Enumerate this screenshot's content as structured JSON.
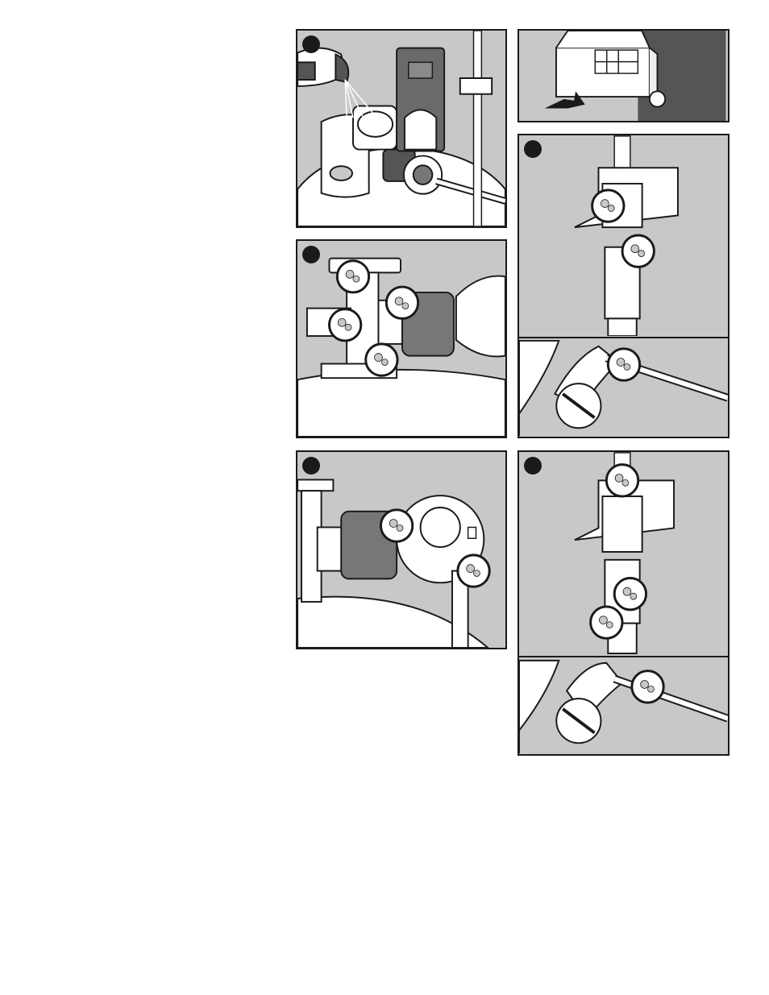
{
  "page": {
    "background_color": "#ffffff",
    "panel_fill_color": "#c8c8c8",
    "line_color": "#1a1a1a"
  },
  "panels": [
    {
      "id": "p1",
      "subject": "spray-bottle-on-tank-valve-icon",
      "has_step_marker": true
    },
    {
      "id": "p2",
      "subject": "tank-valve-leak-check-icon",
      "has_step_marker": true
    },
    {
      "id": "p3",
      "subject": "regulator-leak-check-icon",
      "has_step_marker": true
    },
    {
      "id": "p4",
      "subject": "control-knob-and-arrow-icon",
      "has_step_marker": false
    },
    {
      "id": "p5",
      "subject": "hose-bracket-leak-check-icon",
      "has_step_marker": true
    },
    {
      "id": "p6",
      "subject": "hose-bracket-leak-check-icon",
      "has_step_marker": true
    }
  ]
}
